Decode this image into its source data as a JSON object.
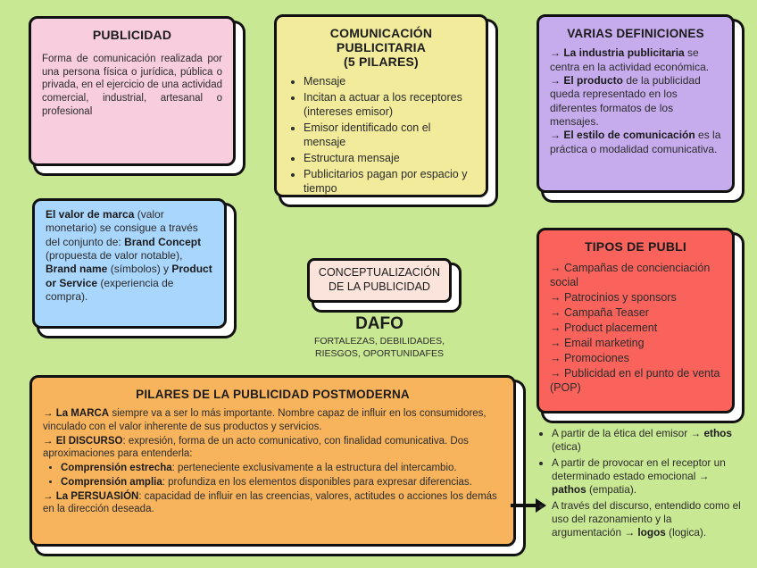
{
  "background_color": "#c9e894",
  "center": {
    "title_line1": "CONCEPTUALIZACIÓN",
    "title_line2": "DE LA PUBLICIDAD",
    "color": "#fbe4db",
    "dafo_title": "DAFO",
    "dafo_sub_line1": "FORTALEZAS, DEBILIDADES,",
    "dafo_sub_line2": "RIESGOS, OPORTUNIDAFES"
  },
  "cards": {
    "publicidad": {
      "title": "PUBLICIDAD",
      "color": "#f8cede",
      "body": "Forma de comunicación realizada por una persona física o jurídica, pública o privada, en el ejercicio de una actividad comercial, industrial, artesanal o profesional"
    },
    "comunicacion": {
      "title_line1": "COMUNICACIÓN PUBLICITARIA",
      "title_line2": "(5 PILARES)",
      "color": "#f2eb9c",
      "items": [
        "Mensaje",
        "Incitan a actuar a los receptores (intereses emisor)",
        "Emisor identificado con el mensaje",
        "Estructura mensaje",
        "Publicitarios pagan por espacio y tiempo"
      ]
    },
    "definiciones": {
      "title": "VARIAS DEFINICIONES",
      "color": "#c6aced",
      "items": [
        {
          "arrow": "→",
          "bold": "La industria publicitaria",
          "rest": " se centra en la actividad económica."
        },
        {
          "arrow": "→",
          "bold": "El producto",
          "rest": " de la publicidad queda representado en los diferentes formatos de los mensajes."
        },
        {
          "arrow": "→",
          "bold": "El estilo de comunicación",
          "rest": " es la práctica o modalidad comunicativa."
        }
      ]
    },
    "valor_marca": {
      "color": "#a9d6fd",
      "segments": [
        {
          "bold": "El valor de marca",
          "rest": " (valor monetario) se consigue a través del conjunto de: "
        },
        {
          "bold": "Brand Concept",
          "rest": " (propuesta de valor notable), "
        },
        {
          "bold": "Brand name",
          "rest": " (símbolos) y "
        },
        {
          "bold": "Product or Service",
          "rest": " (experiencia de compra)."
        }
      ]
    },
    "tipos": {
      "title": "TIPOS DE PUBLI",
      "color": "#f9635c",
      "items": [
        "→ Campañas de concienciación social",
        "→ Patrocinios y sponsors",
        "→ Campaña Teaser",
        "→ Product placement",
        "→ Email marketing",
        "→ Promociones",
        "→ Publicidad en el punto de venta (POP)"
      ]
    },
    "pilares": {
      "title": "PILARES DE LA PUBLICIDAD POSTMODERNA",
      "color": "#f8b45d",
      "line_marca_bold": "→ La MARCA",
      "line_marca_rest": " siempre va a ser lo más importante. Nombre capaz de influir en los consumidores, vinculado con el valor inherente de sus productos y servicios.",
      "line_discurso_bold": "→ El DISCURSO",
      "line_discurso_rest": ": expresión, forma de un acto comunicativo, con finalidad comunicativa. Dos aproximaciones para entenderla:",
      "sub_items": [
        {
          "bold": "Comprensión estrecha",
          "rest": ": perteneciente exclusivamente a la estructura del intercambio."
        },
        {
          "bold": "Comprensión amplia",
          "rest": ": profundiza en los elementos disponibles para expresar diferencias."
        }
      ],
      "line_persuasion_bold": "→ La PERSUASIÓN",
      "line_persuasion_rest": ": capacidad de influir en las creencias, valores, actitudes o acciones los demás en la dirección deseada."
    }
  },
  "ethos_list": {
    "items": [
      {
        "pre": "A partir de la ética del emisor → ",
        "bold": "ethos",
        "post": " (etica)"
      },
      {
        "pre": "A partir de provocar en el receptor un determinado estado emocional → ",
        "bold": "pathos",
        "post": " (empatia)."
      },
      {
        "pre": "A través del discurso, entendido como el uso del razonamiento y la argumentación → ",
        "bold": "logos",
        "post": " (logica)."
      }
    ]
  }
}
